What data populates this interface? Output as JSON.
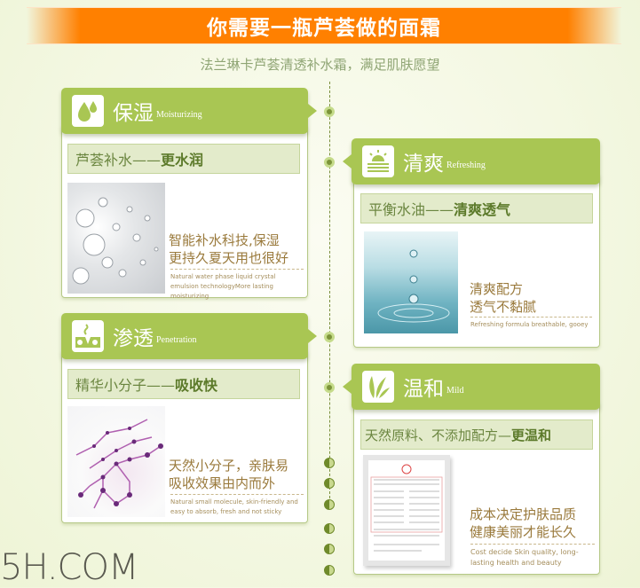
{
  "header": {
    "title": "你需要一瓶芦荟做的面霜",
    "subtitle": "法兰琳卡芦荟清透补水霜，满足肌肤愿望"
  },
  "colors": {
    "banner": "#ff8000",
    "card_header": "#a9c653",
    "tagline_bg": "#e3ebcb",
    "desc_text": "#9a7a3c"
  },
  "cards": [
    {
      "title": "保湿",
      "title_en": "Moisturizing",
      "icon": "water-drop-icon",
      "tagline_plain": "芦荟补水——",
      "tagline_bold": "更水润",
      "desc_line1": "智能补水科技,保湿",
      "desc_line2": "更持久夏天用也很好",
      "desc_en": "Natural water phase liquid crystal emulsion technologyMore lasting moisturizing",
      "image": "water-droplets-photo"
    },
    {
      "title": "清爽",
      "title_en": "Refreshing",
      "icon": "sunrise-icon",
      "tagline_plain": "平衡水油——",
      "tagline_bold": "清爽透气",
      "desc_line1": "清爽配方",
      "desc_line2": "透气不黏腻",
      "desc_en": "Refreshing formula breathable, gooey",
      "image": "water-ripple-photo"
    },
    {
      "title": "渗透",
      "title_en": "Penetration",
      "icon": "skin-layers-icon",
      "tagline_plain": "精华小分子——",
      "tagline_bold": "吸收快",
      "desc_line1": "天然小分子，亲肤易",
      "desc_line2": "吸收效果由内而外",
      "desc_en": "Natural small molecule, skin-friendly and easy to absorb, fresh and not sticky",
      "image": "molecule-structure-photo"
    },
    {
      "title": "温和",
      "title_en": "Mild",
      "icon": "leaf-icon",
      "tagline_plain": "天然原料、不添加配方—",
      "tagline_bold": "更温和",
      "desc_line1": "成本决定护肤品质",
      "desc_line2": "健康美丽才能长久",
      "desc_en": "Cost decide Skin quality, long-lasting health and beauty",
      "image": "certificate-photo"
    }
  ],
  "watermark": "5H.COM"
}
